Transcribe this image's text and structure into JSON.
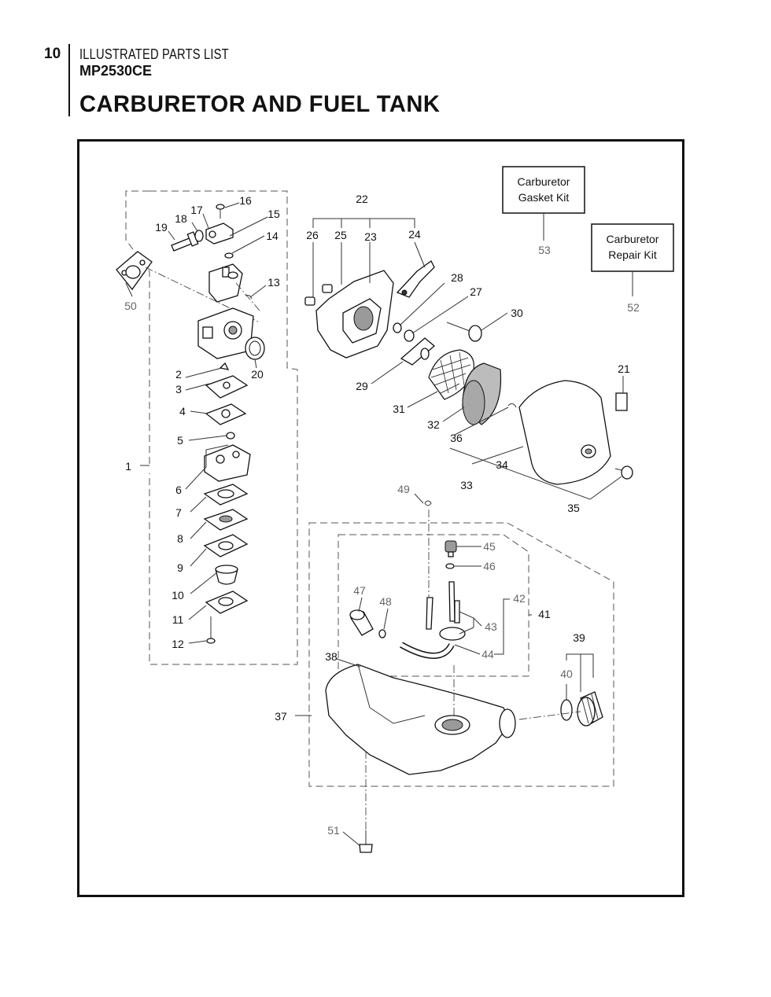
{
  "header": {
    "page_number": "10",
    "document": "ILLUSTRATED PARTS LIST",
    "model": "MP2530CE",
    "title": "CARBURETOR AND FUEL TANK"
  },
  "kits": {
    "gasket_kit_line1": "Carburetor",
    "gasket_kit_line2": "Gasket Kit",
    "repair_kit_line1": "Carburetor",
    "repair_kit_line2": "Repair Kit"
  },
  "callouts": {
    "p1": "1",
    "p2": "2",
    "p3": "3",
    "p4": "4",
    "p5": "5",
    "p6": "6",
    "p7": "7",
    "p8": "8",
    "p9": "9",
    "p10": "10",
    "p11": "11",
    "p12": "12",
    "p13": "13",
    "p14": "14",
    "p15": "15",
    "p16": "16",
    "p17": "17",
    "p18": "18",
    "p19": "19",
    "p20": "20",
    "p21": "21",
    "p22": "22",
    "p23": "23",
    "p24": "24",
    "p25": "25",
    "p26": "26",
    "p27": "27",
    "p28": "28",
    "p29": "29",
    "p30": "30",
    "p31": "31",
    "p32": "32",
    "p33": "33",
    "p34": "34",
    "p35": "35",
    "p36": "36",
    "p37": "37",
    "p38": "38",
    "p39": "39",
    "p40": "40",
    "p41": "41",
    "p42": "42",
    "p43": "43",
    "p44": "44",
    "p45": "45",
    "p46": "46",
    "p47": "47",
    "p48": "48",
    "p49": "49",
    "p50": "50",
    "p51": "51",
    "p52": "52",
    "p53": "53"
  },
  "colors": {
    "ink": "#111111",
    "gray_callout": "#666666"
  }
}
